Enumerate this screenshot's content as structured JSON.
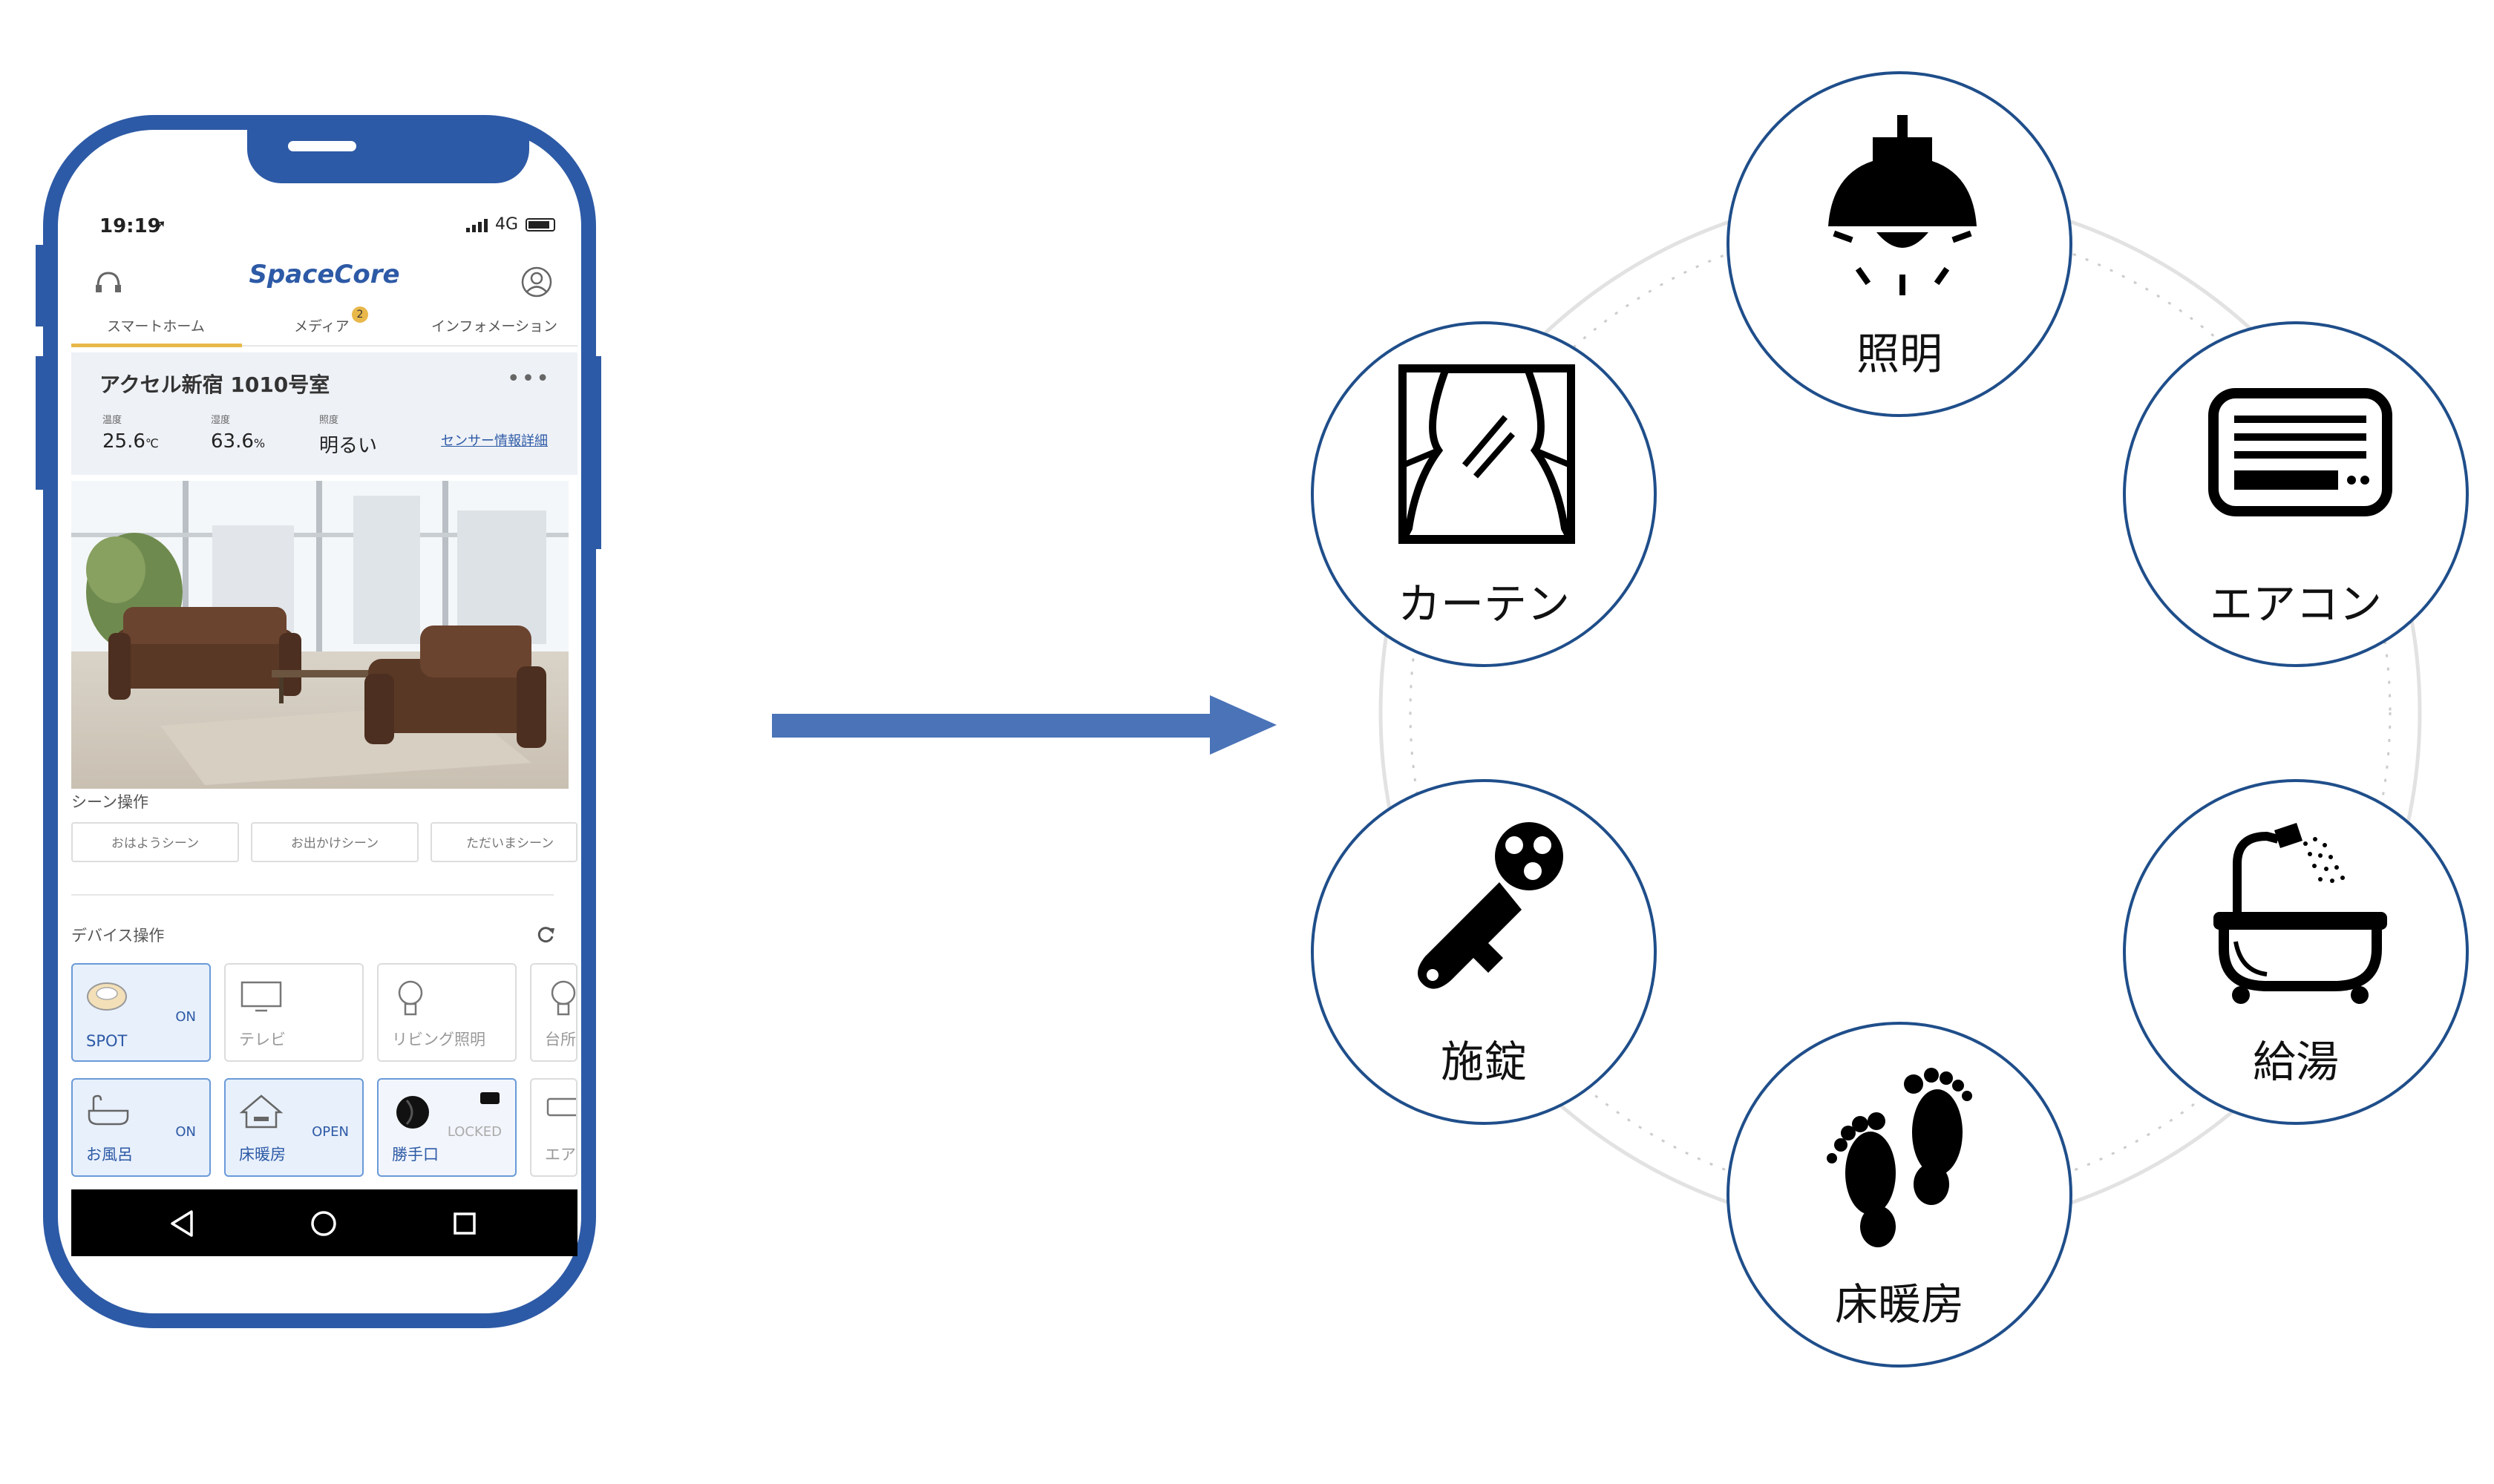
{
  "phone": {
    "status": {
      "time": "19:19",
      "network": "4G"
    },
    "app_name": "SpaceCore",
    "tabs": [
      {
        "label": "スマートホーム",
        "active": true
      },
      {
        "label": "メディア",
        "badge": "2"
      },
      {
        "label": "インフォメーション"
      }
    ],
    "room": {
      "title": "アクセル新宿 1010号室",
      "more": "•••",
      "sensors": [
        {
          "label": "温度",
          "value": "25.6",
          "unit": "℃"
        },
        {
          "label": "湿度",
          "value": "63.6",
          "unit": "%"
        },
        {
          "label": "照度",
          "value": "明るい",
          "unit": ""
        }
      ],
      "sensor_link": "センサー情報詳細"
    },
    "scene_section": "シーン操作",
    "scenes": [
      "おはようシーン",
      "お出かけシーン",
      "ただいまシーン"
    ],
    "device_section": "デバイス操作",
    "devices_row1": [
      {
        "name": "SPOT",
        "state": "ON",
        "active": true,
        "icon": "robot-vacuum-icon"
      },
      {
        "name": "テレビ",
        "state": "",
        "active": false,
        "icon": "tv-icon"
      },
      {
        "name": "リビング照明",
        "state": "",
        "active": false,
        "icon": "bulb-icon"
      },
      {
        "name": "台所",
        "state": "",
        "active": false,
        "icon": "bulb-icon"
      }
    ],
    "devices_row2": [
      {
        "name": "お風呂",
        "state": "ON",
        "active": true,
        "icon": "bathtub-icon"
      },
      {
        "name": "床暖房",
        "state": "OPEN",
        "active": true,
        "icon": "house-icon"
      },
      {
        "name": "勝手口",
        "state": "LOCKED",
        "active": false,
        "icon": "lock-icon"
      },
      {
        "name": "エア",
        "state": "",
        "active": false,
        "icon": "aircon-icon"
      }
    ]
  },
  "devices": {
    "lighting": "照明",
    "curtain": "カーテン",
    "aircon": "エアコン",
    "lock": "施錠",
    "hot_water": "給湯",
    "floor_heating": "床暖房"
  },
  "colors": {
    "phone_frame": "#2d5aa6",
    "arrow": "#4a73b8",
    "circle_border": "#1f4e8a",
    "accent_tab": "#e8b84a"
  }
}
